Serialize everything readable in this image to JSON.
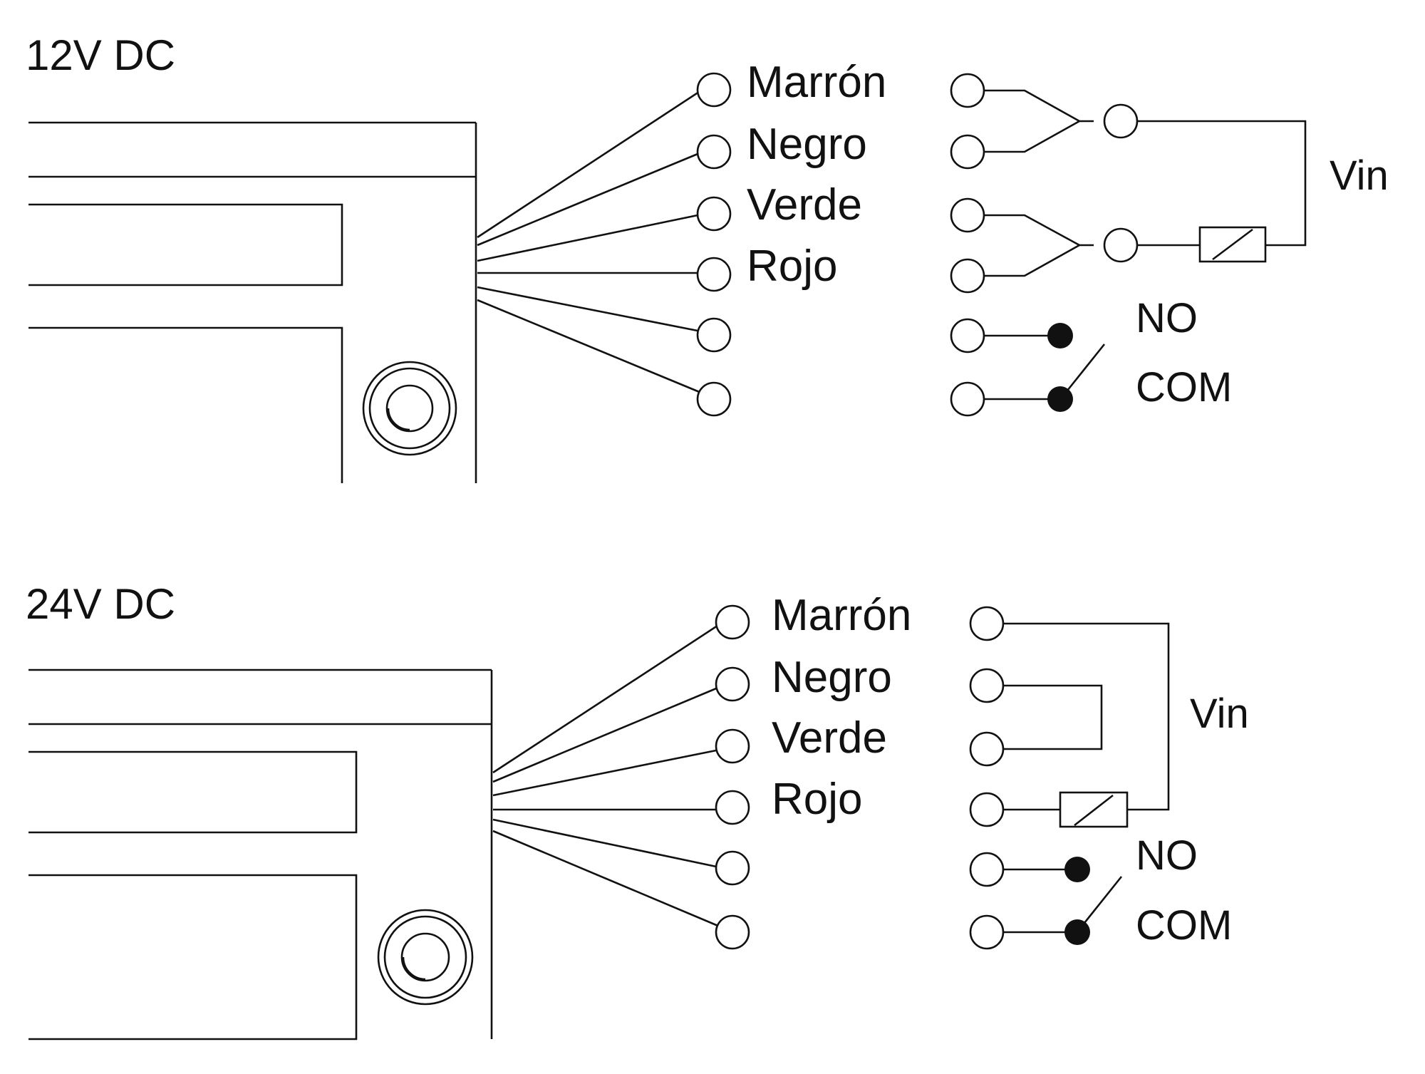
{
  "colors": {
    "line": "#111111",
    "brown": "#9b2b2b",
    "black": "#111111",
    "green": "#5aa63c",
    "red": "#e32228",
    "open": "#ffffff"
  },
  "wire_colors": [
    "brown",
    "black",
    "green",
    "red",
    "open",
    "open"
  ],
  "panels": [
    {
      "title": "12V DC",
      "wires": [
        "Marrón",
        "Negro",
        "Verde",
        "Rojo"
      ],
      "vin_label": "Vin",
      "no_label": "NO",
      "com_label": "COM"
    },
    {
      "title": "24V DC",
      "wires": [
        "Marrón",
        "Negro",
        "Verde",
        "Rojo"
      ],
      "vin_label": "Vin",
      "no_label": "NO",
      "com_label": "COM"
    }
  ]
}
